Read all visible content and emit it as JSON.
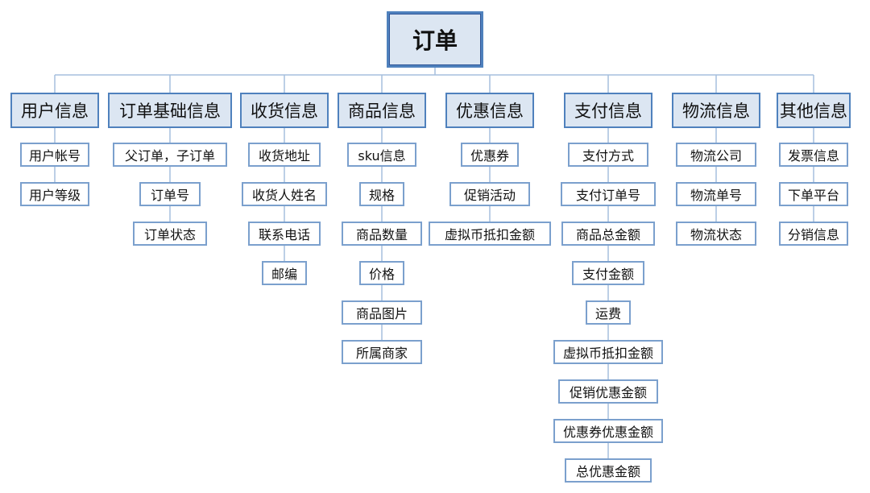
{
  "root": "订单",
  "categories": [
    {
      "label": "用户信息",
      "items": [
        "用户帐号",
        "用户等级"
      ]
    },
    {
      "label": "订单基础信息",
      "items": [
        "父订单，子订单",
        "订单号",
        "订单状态"
      ]
    },
    {
      "label": "收货信息",
      "items": [
        "收货地址",
        "收货人姓名",
        "联系电话",
        "邮编"
      ]
    },
    {
      "label": "商品信息",
      "items": [
        "sku信息",
        "规格",
        "商品数量",
        "价格",
        "商品图片",
        "所属商家"
      ]
    },
    {
      "label": "优惠信息",
      "items": [
        "优惠券",
        "促销活动",
        "虚拟币抵扣金额"
      ]
    },
    {
      "label": "支付信息",
      "items": [
        "支付方式",
        "支付订单号",
        "商品总金额",
        "支付金额",
        "运费",
        "虚拟币抵扣金额",
        "促销优惠金额",
        "优惠券优惠金额",
        "总优惠金额"
      ]
    },
    {
      "label": "物流信息",
      "items": [
        "物流公司",
        "物流单号",
        "物流状态"
      ]
    },
    {
      "label": "其他信息",
      "items": [
        "发票信息",
        "下单平台",
        "分销信息"
      ]
    }
  ],
  "colors": {
    "root_fill": "#dce6f2",
    "category_fill": "#dce6f2",
    "border": "#4f81bd",
    "leaf_border": "#7ba0cd",
    "connector": "#a6bfdd"
  }
}
